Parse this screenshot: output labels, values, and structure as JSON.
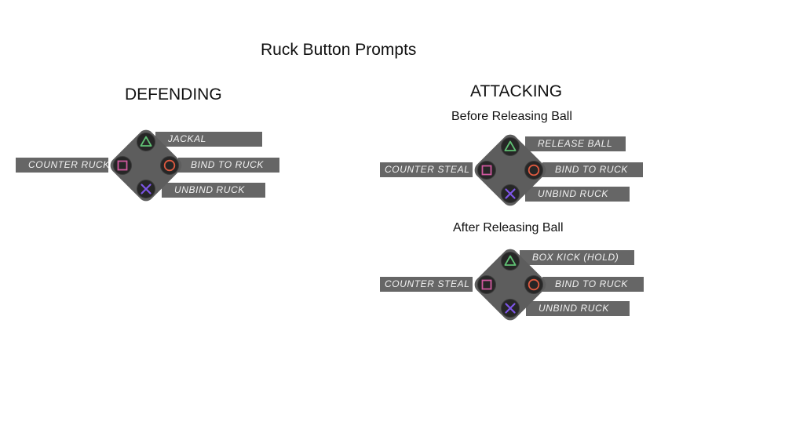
{
  "title": "Ruck Button Prompts",
  "defending": {
    "heading": "DEFENDING",
    "triangle": "JACKAL",
    "square": "COUNTER RUCK",
    "circle": "BIND TO RUCK",
    "cross": "UNBIND RUCK"
  },
  "attacking": {
    "heading": "ATTACKING",
    "before": {
      "heading": "Before Releasing Ball",
      "triangle": "RELEASE BALL",
      "square": "COUNTER STEAL",
      "circle": "BIND TO RUCK",
      "cross": "UNBIND RUCK"
    },
    "after": {
      "heading": "After Releasing Ball",
      "triangle": "BOX KICK (HOLD)",
      "square": "COUNTER STEAL",
      "circle": "BIND TO RUCK",
      "cross": "UNBIND RUCK"
    }
  },
  "icons": {
    "triangle": "triangle-icon",
    "square": "square-icon",
    "circle": "circle-icon",
    "cross": "cross-icon"
  },
  "colors": {
    "triangle": "#5fbf73",
    "square": "#d0589e",
    "circle": "#e05a40",
    "cross": "#7d55e8",
    "label_bg": "#666666",
    "diamond_bg": "#5d5d5d"
  }
}
